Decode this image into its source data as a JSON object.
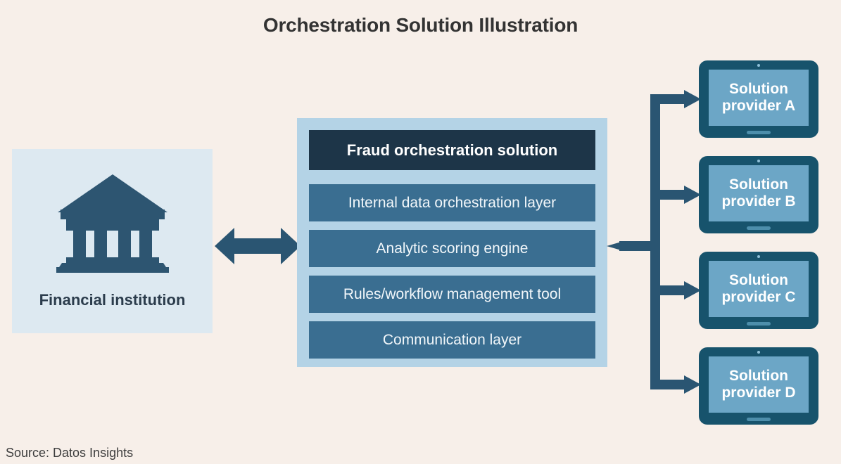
{
  "figure": {
    "title": "Orchestration Solution Illustration",
    "source": "Source: Datos Insights"
  },
  "left": {
    "label": "Financial institution",
    "icon": "bank-icon"
  },
  "center": {
    "header": "Fraud orchestration solution",
    "layers": [
      "Internal data orchestration layer",
      "Analytic scoring engine",
      "Rules/workflow management tool",
      "Communication layer"
    ]
  },
  "providers": [
    {
      "line1": "Solution",
      "line2": "provider A"
    },
    {
      "line1": "Solution",
      "line2": "provider B"
    },
    {
      "line1": "Solution",
      "line2": "provider C"
    },
    {
      "line1": "Solution",
      "line2": "provider D"
    }
  ],
  "connectors": {
    "left_arrow": "bidirectional-arrow",
    "right_tree": "branching-arrow-tree"
  },
  "colors": {
    "background": "#f7efe9",
    "title_text": "#333333",
    "panel_light": "#dde9f1",
    "panel_container": "#b4d3e6",
    "header_box": "#1d3548",
    "layer_box": "#3a6e91",
    "tablet_bezel": "#17536c",
    "tablet_screen": "#6ca6c6",
    "arrow": "#2a5572",
    "icon": "#2d5571"
  }
}
